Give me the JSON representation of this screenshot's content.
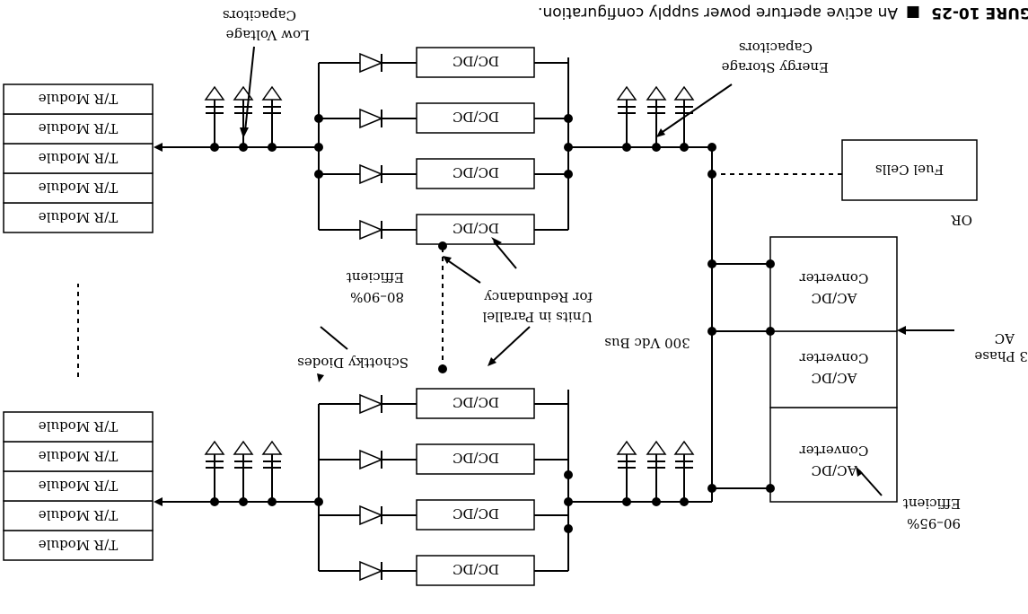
{
  "figure": {
    "number": "GURE 10-25",
    "separator": "■",
    "caption": "An active aperture power supply configuration."
  },
  "labels": {
    "dcdc": "DC/DC",
    "tr_module": "T/R Module",
    "acdc_line1": "AC/DC",
    "acdc_line2": "Converter",
    "fuel_cells": "Fuel Cells",
    "or": "OR",
    "bus": "300 Vdc Bus",
    "phase_line1": "3 Phase",
    "phase_line2": "AC",
    "eff_acdc_line1": "90–95%",
    "eff_acdc_line2": "Efficient",
    "eff_dcdc_line1": "80–90%",
    "eff_dcdc_line2": "Efficient",
    "parallel_line1": "Units in Parallel",
    "parallel_line2": "for Redundancy",
    "schottky": "Schottky Diodes",
    "energy_line1": "Energy Storage",
    "energy_line2": "Capacitors",
    "lowv_line1": "Low Voltage",
    "lowv_line2": "Capacitors"
  }
}
